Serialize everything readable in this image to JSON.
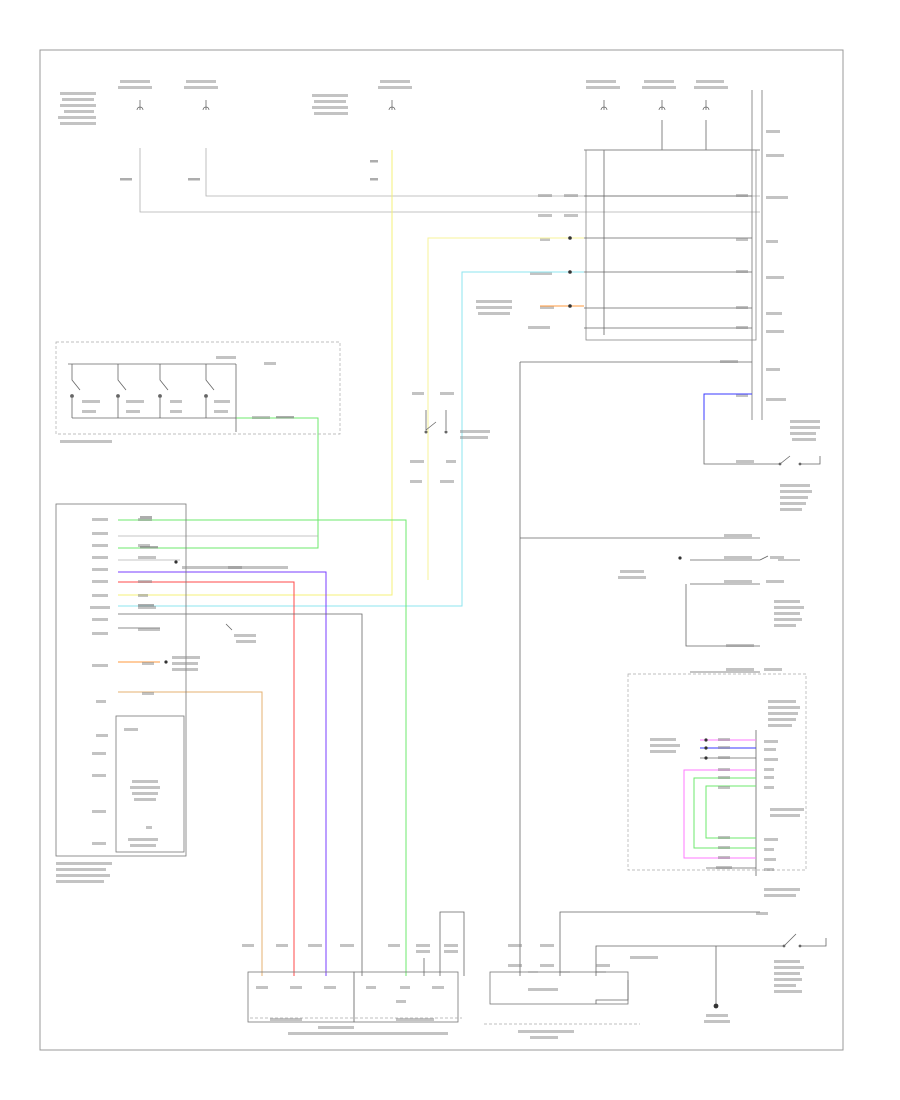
{
  "diagram": {
    "corner_ref": "",
    "colors": {
      "yellow": "#f4f07a",
      "yellow2": "#f7f39a",
      "cyan": "#8ee4ef",
      "green": "#6ee86e",
      "blue": "#3a3aff",
      "purple": "#7a3cff",
      "red": "#ff4a4a",
      "orange": "#ff9a3c",
      "tan": "#e5b070",
      "pink": "#ff7aff",
      "frame": "#999999"
    },
    "components": [
      {
        "key": "ecu",
        "label": ""
      },
      {
        "key": "sensor",
        "label": ""
      },
      {
        "key": "selector",
        "label": ""
      },
      {
        "key": "junction",
        "label": ""
      },
      {
        "key": "motor",
        "label": ""
      },
      {
        "key": "relay",
        "label": ""
      },
      {
        "key": "ground",
        "label": ""
      }
    ]
  }
}
